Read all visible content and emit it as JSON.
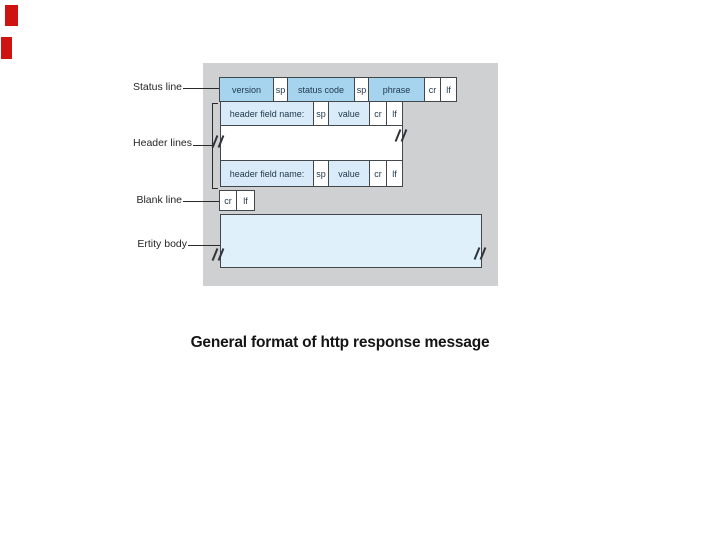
{
  "colors": {
    "panel_gray": "#cfd0d1",
    "status_box_blue": "#a6d4ef",
    "header_box_light_blue": "#d9ebf8",
    "entity_body_blue": "#dff0fb",
    "box_border_dark": "#41474b",
    "box_text_dark_blue": "#203a4e",
    "label_text": "#262626",
    "red_corner_mark": "#cf1310",
    "caption_text": "#141414"
  },
  "side_labels": {
    "status": "Status line",
    "header": "Header lines",
    "blank": "Blank line",
    "entity": "Ertity body"
  },
  "status_row": {
    "cells": [
      {
        "label": "version"
      },
      {
        "label": "sp"
      },
      {
        "label": "status code"
      },
      {
        "label": "sp"
      },
      {
        "label": "phrase"
      },
      {
        "label": "cr"
      },
      {
        "label": "lf"
      }
    ]
  },
  "header_row": {
    "cells": [
      {
        "label": "header field name:"
      },
      {
        "label": "sp"
      },
      {
        "label": "value"
      },
      {
        "label": "cr"
      },
      {
        "label": "lf"
      }
    ]
  },
  "blank_row": {
    "cells": [
      {
        "label": "cr"
      },
      {
        "label": "lf"
      }
    ]
  },
  "caption": "General format of http response message"
}
